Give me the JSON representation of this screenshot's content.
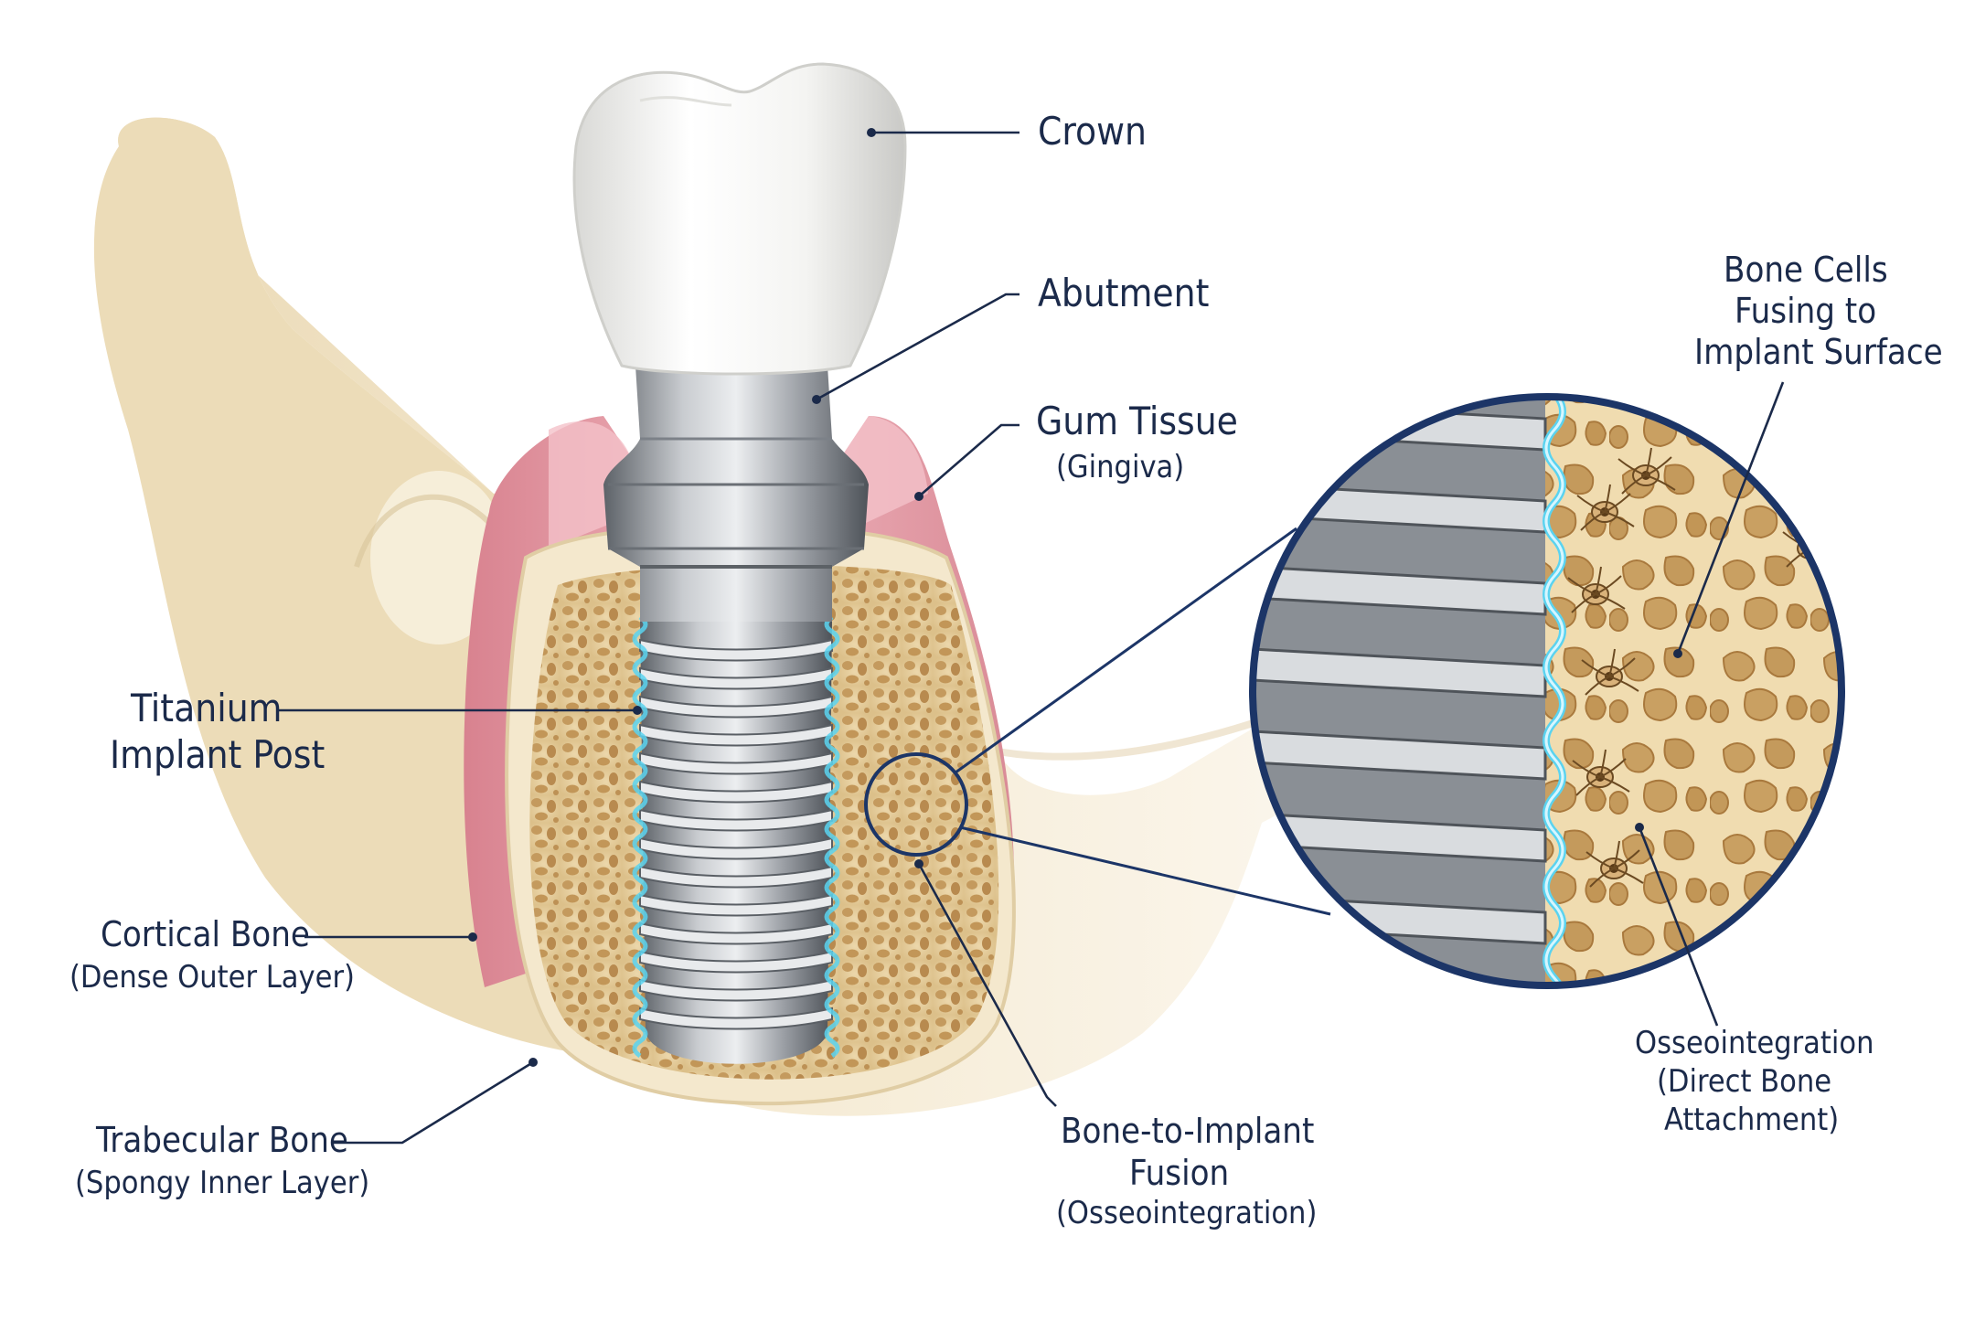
{
  "labels": {
    "crown": "Crown",
    "abutment": "Abutment",
    "gum_line1": "Gum Tissue",
    "gum_line2": "(Gingiva)",
    "titanium_line1": "Titanium",
    "titanium_line2": "Implant Post",
    "cortical_line1": "Cortical Bone",
    "cortical_line2": "(Dense Outer Layer)",
    "trabecular_line1": "Trabecular Bone",
    "trabecular_line2": "(Spongy Inner Layer)",
    "fusion_line1": "Bone-to-Implant",
    "fusion_line2": "Fusion",
    "fusion_line3": "(Osseointegration)",
    "cells_line1": "Bone Cells",
    "cells_line2": "Fusing to",
    "cells_line3": "Implant Surface",
    "osseo_line1": "Osseointegration",
    "osseo_line2": "(Direct Bone",
    "osseo_line3": "Attachment)"
  },
  "colors": {
    "label_text": "#1b2a4a",
    "bone_outer": "#efe2c6",
    "bone_cortical": "#f3e8cf",
    "trabecular": "#e6cfa0",
    "trabecular_pores": "#c49a5e",
    "gum": "#e9a3ad",
    "titanium": "#9a9ea4",
    "crown": "#f7f7f5",
    "osseo_glow": "#5ad3f0",
    "zoom_ring": "#1c3567"
  }
}
